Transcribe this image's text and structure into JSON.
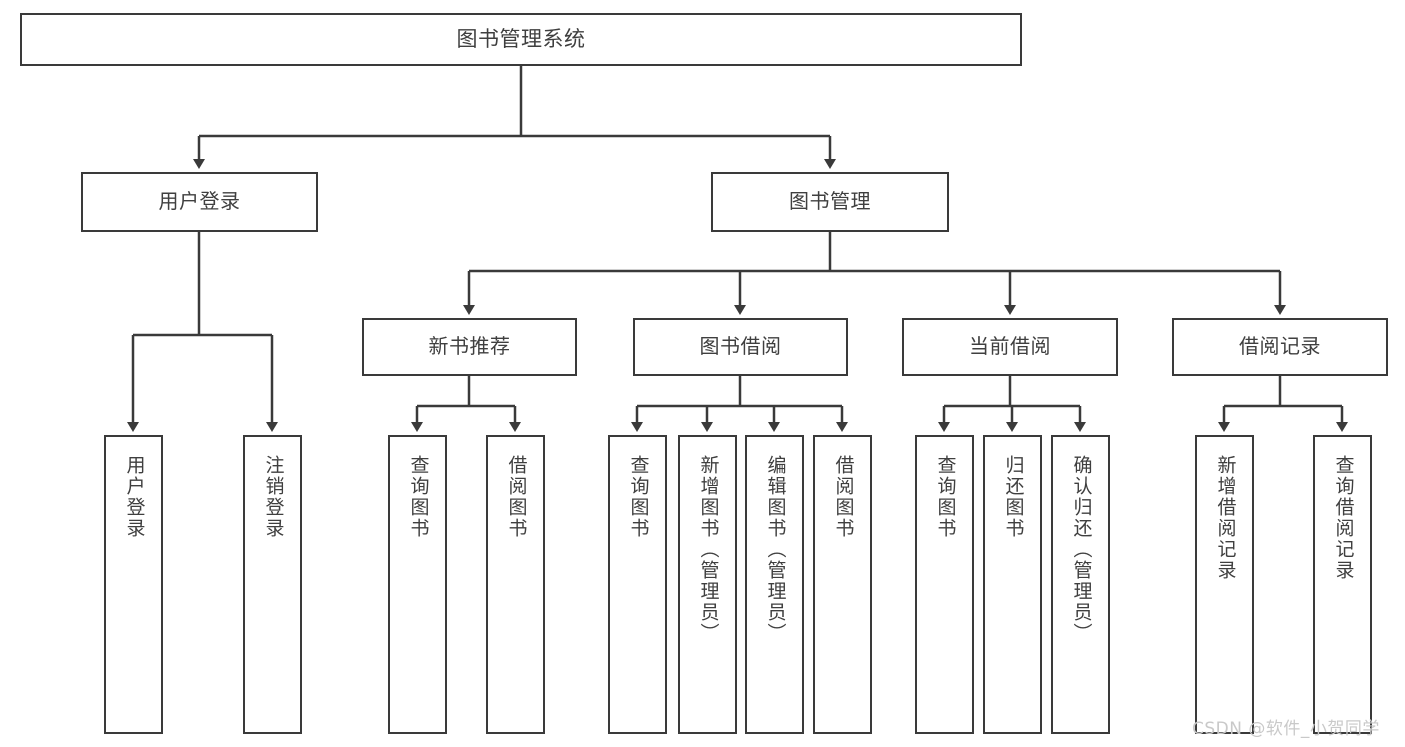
{
  "diagram": {
    "title": "图书管理系统",
    "watermark": "CSDN @软件_小贺同学",
    "colors": {
      "background": "#ffffff",
      "stroke": "#3a3a3a",
      "text": "#3f3f3f",
      "watermark": "#c9c9c9"
    },
    "root": {
      "label": "图书管理系统"
    },
    "level2": [
      {
        "label": "用户登录"
      },
      {
        "label": "图书管理"
      }
    ],
    "level3": [
      {
        "label": "新书推荐"
      },
      {
        "label": "图书借阅"
      },
      {
        "label": "当前借阅"
      },
      {
        "label": "借阅记录"
      }
    ],
    "leaves": {
      "user_login": [
        {
          "label": "用户登录"
        },
        {
          "label": "注销登录"
        }
      ],
      "new_book": [
        {
          "label": "查询图书"
        },
        {
          "label": "借阅图书"
        }
      ],
      "book_borrow": [
        {
          "label": "查询图书"
        },
        {
          "label": "新增图书（管理员）"
        },
        {
          "label": "编辑图书（管理员）"
        },
        {
          "label": "借阅图书"
        }
      ],
      "current_borrow": [
        {
          "label": "查询图书"
        },
        {
          "label": "归还图书"
        },
        {
          "label": "确认归还（管理员）"
        }
      ],
      "borrow_record": [
        {
          "label": "新增借阅记录"
        },
        {
          "label": "查询借阅记录"
        }
      ]
    }
  }
}
